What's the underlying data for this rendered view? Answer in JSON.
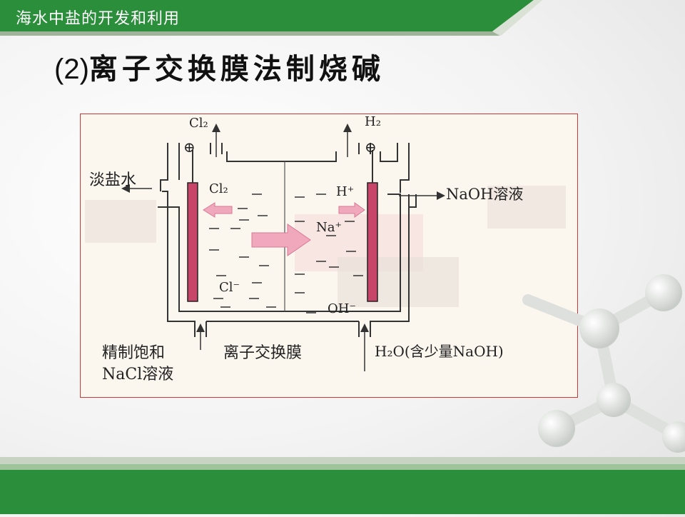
{
  "header": {
    "title": "海水中盐的开发和利用"
  },
  "slide": {
    "title_num": "(2)",
    "title_text": "离子交换膜法制烧碱"
  },
  "figure": {
    "cl2_top": "Cl₂",
    "h2_top": "H₂",
    "anode_sign": "⊕",
    "cathode_sign": "⊖",
    "dilute_brine": "淡盐水",
    "cl2_inner": "Cl₂",
    "h_plus": "H⁺",
    "naoh_out": "NaOH溶液",
    "na_plus": "Na⁺",
    "cl_minus": "Cl⁻",
    "oh_minus": "OH⁻",
    "brine_in_1": "精制饱和",
    "brine_in_2": "NaCl溶液",
    "membrane": "离子交换膜",
    "water_in": "H₂O(含少量NaOH)"
  },
  "colors": {
    "header_green": "#1f8a35",
    "footer_green": "#2f8f3a",
    "electrode": "#c8456a",
    "ion_arrow": "#f0a8bc",
    "figure_border": "#c83a3a"
  }
}
